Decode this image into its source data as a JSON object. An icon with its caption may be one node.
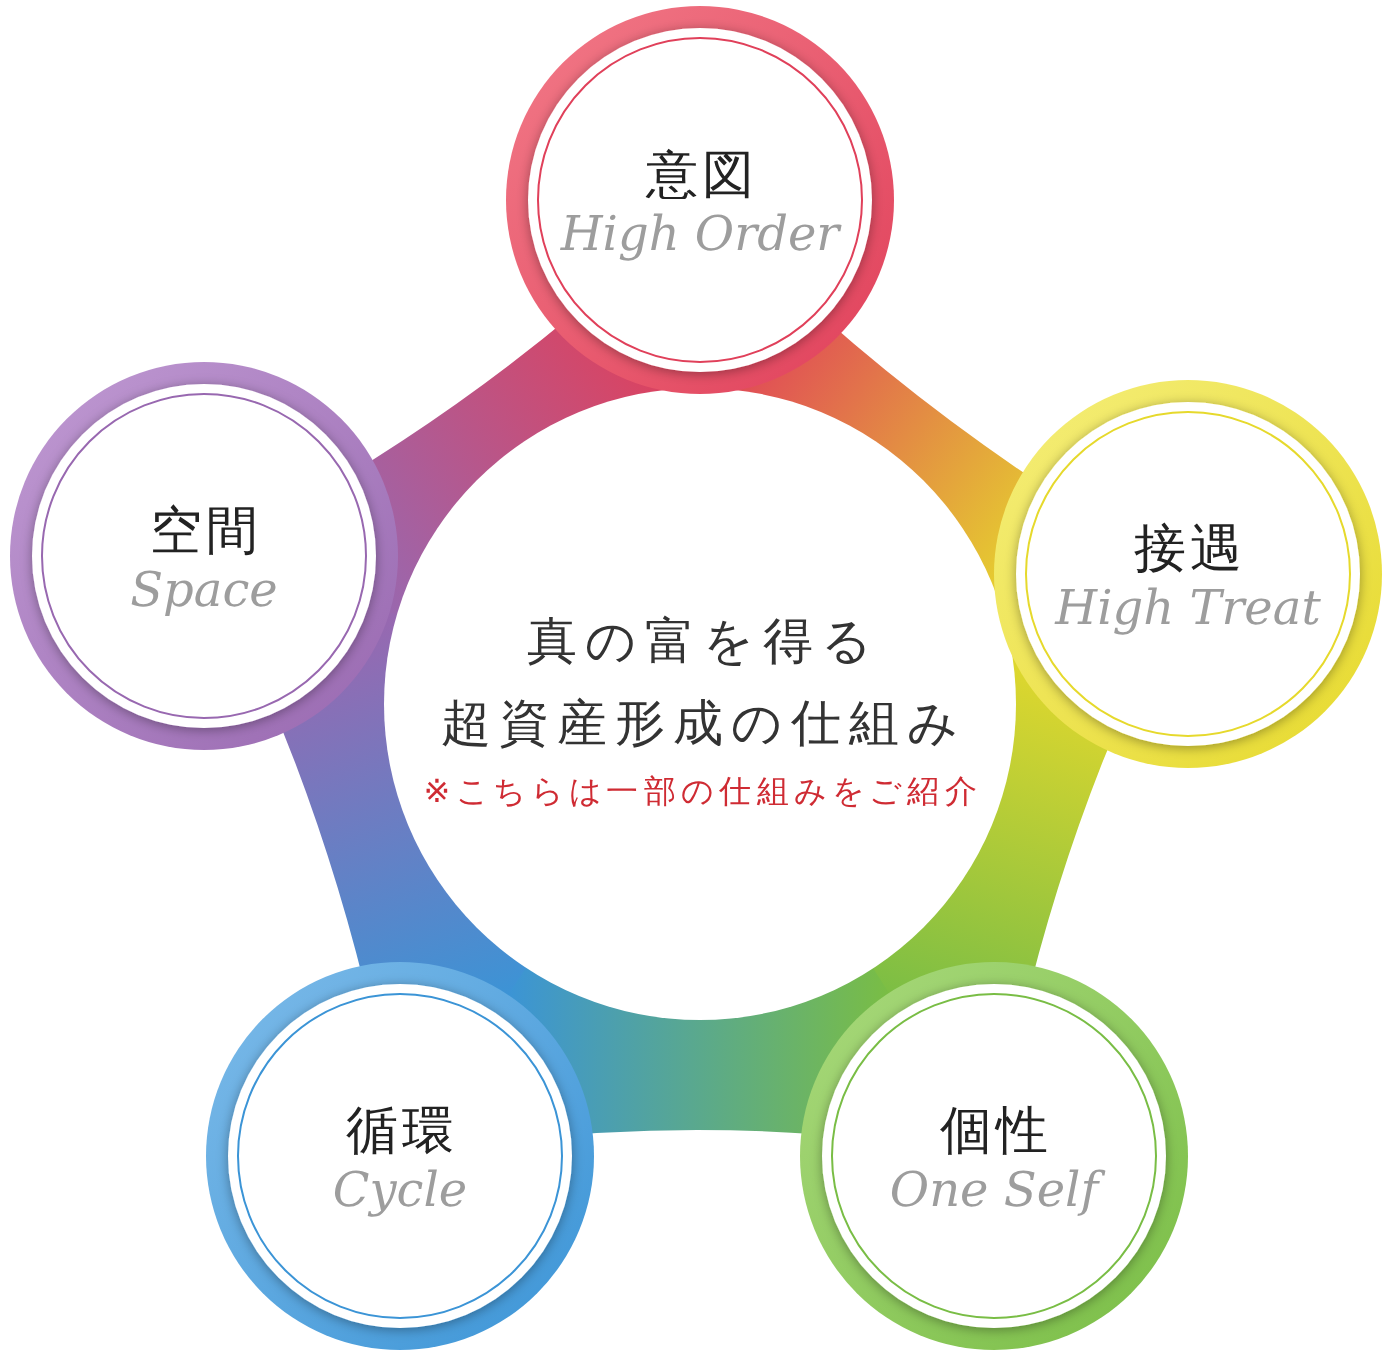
{
  "diagram": {
    "nodes": [
      {
        "text": [
          "真の富を得る",
          "超資産形成の仕組み",
          "※こちらは一部の仕組みをご紹介"
        ]
      },
      {
        "text": [
          "意図",
          "High Order"
        ]
      },
      {
        "text": [
          "接遇",
          "High Treat"
        ]
      },
      {
        "text": [
          "個性",
          "One Self"
        ]
      },
      {
        "text": [
          "循環",
          "Cycle"
        ]
      },
      {
        "text": [
          "空間",
          "Space"
        ]
      }
    ]
  }
}
